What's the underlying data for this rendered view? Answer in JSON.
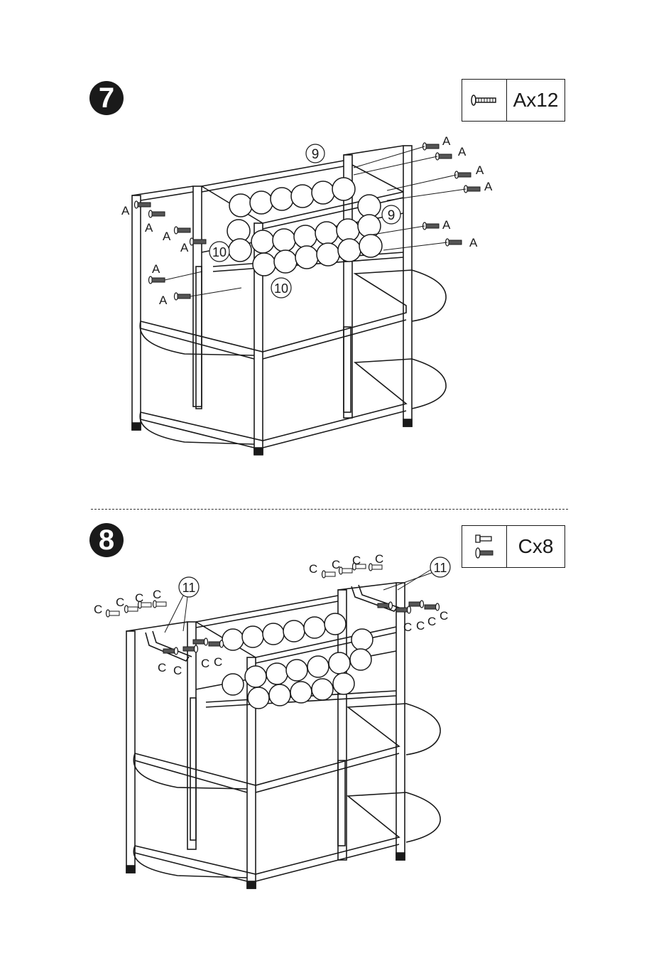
{
  "step7": {
    "number": "7",
    "part_qty": "Ax12",
    "part_icon": "screw-a-icon",
    "callouts": {
      "panel_top": "9",
      "panel_front": "9",
      "rail_left": "10",
      "rail_bottom": "10"
    },
    "screw_label": "A"
  },
  "step8": {
    "number": "8",
    "part_qty": "Cx8",
    "part_icon": "cam-bolt-c-icon",
    "callouts": {
      "hook_left": "11",
      "hook_right": "11"
    },
    "screw_label": "C"
  },
  "colors": {
    "line": "#1a1a1a",
    "background": "#ffffff"
  }
}
